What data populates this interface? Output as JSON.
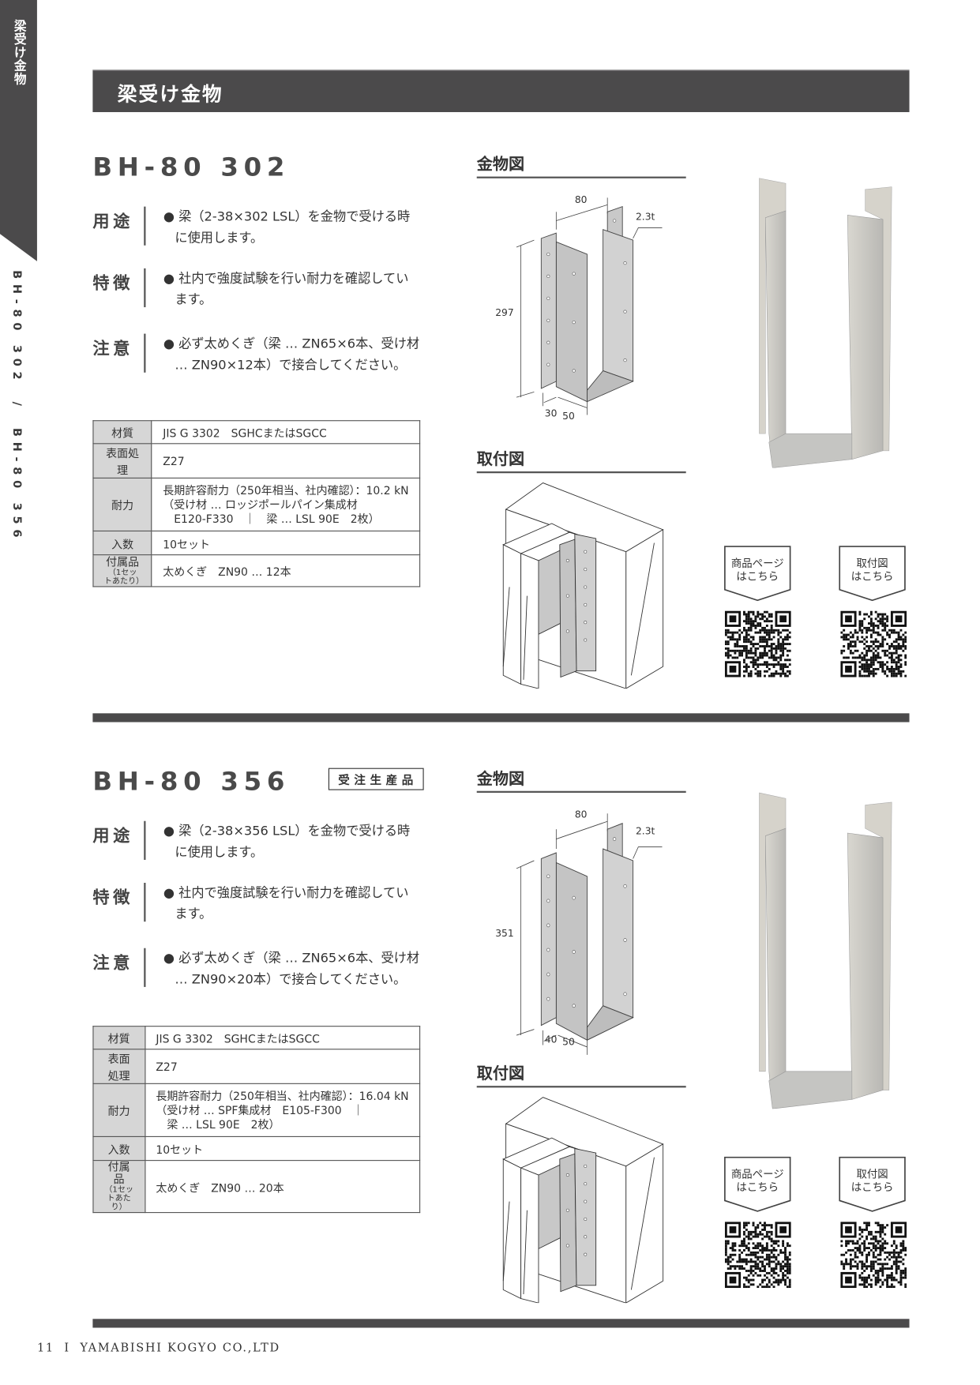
{
  "side_tab": {
    "category": "梁受け金物",
    "products_index": "BH-80 302　/　BH-80 356"
  },
  "header": {
    "title": "梁受け金物"
  },
  "products": [
    {
      "model": "BH-80 302",
      "badge": "",
      "features": [
        {
          "label": "用途",
          "line1": "● 梁（2-38×302 LSL）を金物で受ける時",
          "line2": "に使用します。"
        },
        {
          "label": "特徴",
          "line1": "● 社内で強度試験を行い耐力を確認してい",
          "line2": "ます。"
        },
        {
          "label": "注意",
          "line1": "● 必ず太めくぎ（梁 … ZN65×6本、受け材",
          "line2": "… ZN90×12本）で接合してください。"
        }
      ],
      "specs": {
        "material": {
          "label": "材質",
          "value": "JIS G 3302　SGHCまたはSGCC"
        },
        "surface": {
          "label": "表面処理",
          "value": "Z27"
        },
        "strength": {
          "label": "耐力",
          "line1": "長期許容耐力（250年相当、社内確認）：10.2 kN",
          "line2": "（受け材 … ロッジポールパイン集成材",
          "line3": "　E120-F330　｜　梁 … LSL 90E　2枚）"
        },
        "quantity": {
          "label": "入数",
          "value": "10セット"
        },
        "accessory": {
          "label": "付属品",
          "sublabel": "（1セットあたり）",
          "value": "太めくぎ　ZN90 … 12本"
        }
      },
      "drawing": {
        "title": "金物図",
        "dim_width": "80",
        "dim_thickness": "2.3t",
        "dim_height": "297",
        "dim_side": "30",
        "dim_depth": "50"
      },
      "install": {
        "title": "取付図"
      },
      "links": [
        {
          "line1": "商品ページ",
          "line2": "はこちら"
        },
        {
          "line1": "取付図",
          "line2": "はこちら"
        }
      ]
    },
    {
      "model": "BH-80 356",
      "badge": "受注生産品",
      "features": [
        {
          "label": "用途",
          "line1": "● 梁（2-38×356 LSL）を金物で受ける時",
          "line2": "に使用します。"
        },
        {
          "label": "特徴",
          "line1": "● 社内で強度試験を行い耐力を確認してい",
          "line2": "ます。"
        },
        {
          "label": "注意",
          "line1": "● 必ず太めくぎ（梁 … ZN65×6本、受け材",
          "line2": "… ZN90×20本）で接合してください。"
        }
      ],
      "specs": {
        "material": {
          "label": "材質",
          "value": "JIS G 3302　SGHCまたはSGCC"
        },
        "surface": {
          "label": "表面処理",
          "value": "Z27"
        },
        "strength": {
          "label": "耐力",
          "line1": "長期許容耐力（250年相当、社内確認）：16.04 kN",
          "line2": "（受け材 … SPF集成材　E105-F300　｜",
          "line3": "　梁 … LSL 90E　2枚）"
        },
        "quantity": {
          "label": "入数",
          "value": "10セット"
        },
        "accessory": {
          "label": "付属品",
          "sublabel": "（1セットあたり）",
          "value": "太めくぎ　ZN90 … 20本"
        }
      },
      "drawing": {
        "title": "金物図",
        "dim_width": "80",
        "dim_thickness": "2.3t",
        "dim_height": "351",
        "dim_side": "40",
        "dim_depth": "50"
      },
      "install": {
        "title": "取付図"
      },
      "links": [
        {
          "line1": "商品ページ",
          "line2": "はこちら"
        },
        {
          "line1": "取付図",
          "line2": "はこちら"
        }
      ]
    }
  ],
  "footer": {
    "page": "11",
    "separator": "I",
    "company": "YAMABISHI KOGYO CO.,LTD"
  },
  "colors": {
    "dark": "#4b4a4b",
    "table_header": "#d6d6d6"
  }
}
